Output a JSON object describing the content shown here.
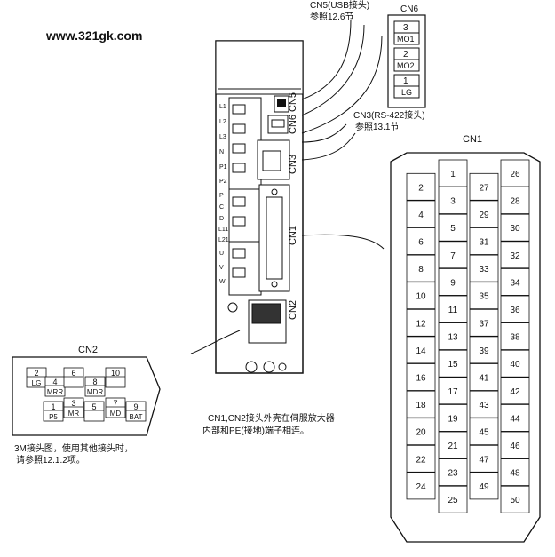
{
  "watermark": "www.321gk.com",
  "callouts": {
    "cn5_line1": "CN5(USB接头)",
    "cn5_line2": "参照12.6节",
    "cn3_line1": "CN3(RS-422接头)",
    "cn3_line2": "参照13.1节",
    "shell_line1": "CN1,CN2接头外壳在伺服放大器",
    "shell_line2": "内部和PE(接地)端子相连。",
    "note_line1": "3M接头图，使用其他接头时，",
    "note_line2": "请参照12.1.2项。"
  },
  "drive": {
    "labels": {
      "cn5": "CN5",
      "cn6": "CN6",
      "cn3": "CN3",
      "cn1": "CN1",
      "cn2": "CN2"
    },
    "terminals_left": [
      "L1",
      "L2",
      "L3",
      "N",
      "P1",
      "P2",
      "P",
      "C",
      "D",
      "L11",
      "L21",
      "U",
      "V",
      "W"
    ]
  },
  "cn6": {
    "title": "CN6",
    "pins": [
      {
        "num": "3",
        "name": "MO1"
      },
      {
        "num": "2",
        "name": "MO2"
      },
      {
        "num": "1",
        "name": "LG"
      }
    ]
  },
  "cn1": {
    "title": "CN1",
    "rows": [
      {
        "left": "",
        "mid1": "1",
        "mid2": "",
        "right": "26"
      },
      {
        "left": "2",
        "mid1": "",
        "mid2": "27",
        "right": ""
      },
      {
        "left": "",
        "mid1": "3",
        "mid2": "",
        "right": "28"
      },
      {
        "left": "4",
        "mid1": "",
        "mid2": "29",
        "right": ""
      },
      {
        "left": "",
        "mid1": "5",
        "mid2": "",
        "right": "30"
      },
      {
        "left": "6",
        "mid1": "",
        "mid2": "31",
        "right": ""
      },
      {
        "left": "",
        "mid1": "7",
        "mid2": "",
        "right": "32"
      },
      {
        "left": "8",
        "mid1": "",
        "mid2": "33",
        "right": ""
      },
      {
        "left": "",
        "mid1": "9",
        "mid2": "",
        "right": "34"
      },
      {
        "left": "10",
        "mid1": "",
        "mid2": "35",
        "right": ""
      },
      {
        "left": "",
        "mid1": "11",
        "mid2": "",
        "right": "36"
      },
      {
        "left": "12",
        "mid1": "",
        "mid2": "37",
        "right": ""
      },
      {
        "left": "",
        "mid1": "13",
        "mid2": "",
        "right": "38"
      },
      {
        "left": "14",
        "mid1": "",
        "mid2": "39",
        "right": ""
      },
      {
        "left": "",
        "mid1": "15",
        "mid2": "",
        "right": "40"
      },
      {
        "left": "16",
        "mid1": "",
        "mid2": "41",
        "right": ""
      },
      {
        "left": "",
        "mid1": "17",
        "mid2": "",
        "right": "42"
      },
      {
        "left": "18",
        "mid1": "",
        "mid2": "43",
        "right": ""
      },
      {
        "left": "",
        "mid1": "19",
        "mid2": "",
        "right": "44"
      },
      {
        "left": "20",
        "mid1": "",
        "mid2": "45",
        "right": ""
      },
      {
        "left": "",
        "mid1": "21",
        "mid2": "",
        "right": "46"
      },
      {
        "left": "22",
        "mid1": "",
        "mid2": "47",
        "right": ""
      },
      {
        "left": "",
        "mid1": "23",
        "mid2": "",
        "right": "48"
      },
      {
        "left": "24",
        "mid1": "",
        "mid2": "49",
        "right": ""
      },
      {
        "left": "",
        "mid1": "25",
        "mid2": "",
        "right": "50"
      }
    ]
  },
  "cn2": {
    "title": "CN2",
    "top_row": [
      {
        "num": "2",
        "name": "LG"
      },
      {
        "num": "4",
        "name": "MRR"
      },
      {
        "num": "6",
        "name": ""
      },
      {
        "num": "8",
        "name": "MDR"
      },
      {
        "num": "10",
        "name": ""
      }
    ],
    "bottom_row": [
      {
        "num": "1",
        "name": "P5"
      },
      {
        "num": "3",
        "name": "MR"
      },
      {
        "num": "5",
        "name": ""
      },
      {
        "num": "7",
        "name": "MD"
      },
      {
        "num": "9",
        "name": "BAT"
      }
    ]
  }
}
